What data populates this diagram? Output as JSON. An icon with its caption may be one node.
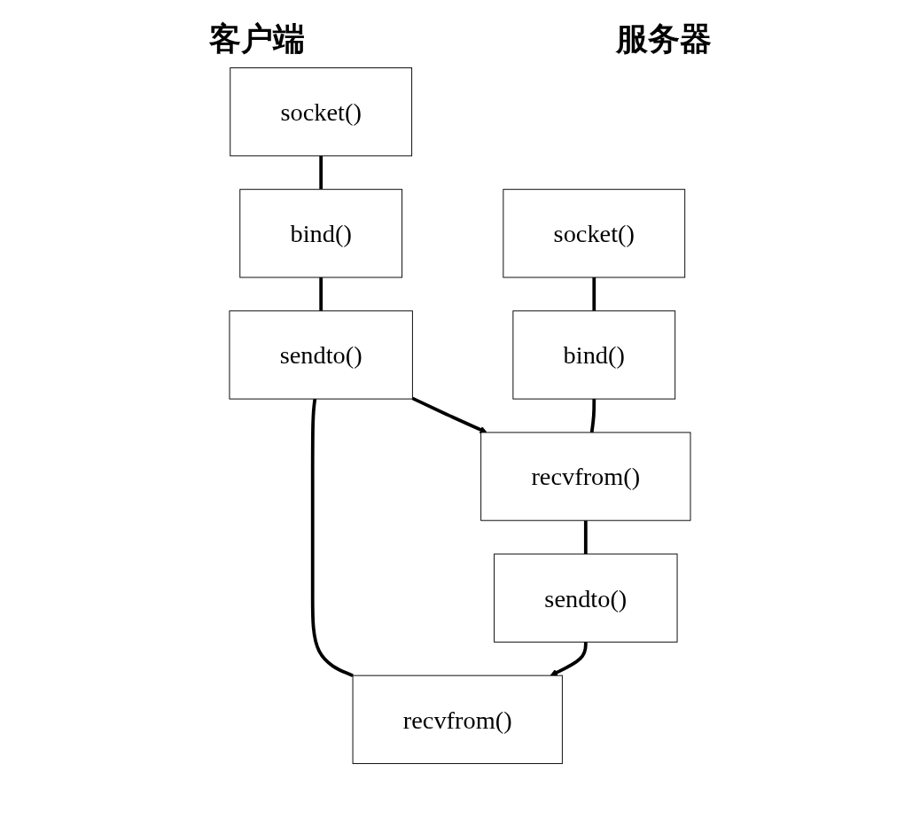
{
  "diagram": {
    "nodes": [
      {
        "text": [
          "socket()"
        ]
      },
      {
        "text": [
          "bind()"
        ]
      },
      {
        "text": [
          "sendto()"
        ]
      },
      {
        "text": [
          "recvfrom()"
        ]
      },
      {
        "text": [
          "socket()"
        ]
      },
      {
        "text": [
          "bind()"
        ]
      },
      {
        "text": [
          "recvfrom()"
        ]
      },
      {
        "text": [
          "sendto()"
        ]
      }
    ],
    "edges": [
      {
        "from": 0,
        "to": 1,
        "arrow": "none"
      },
      {
        "from": 1,
        "to": 2,
        "arrow": "none"
      },
      {
        "from": 2,
        "to": 3,
        "arrow": "none"
      },
      {
        "from": 4,
        "to": 5,
        "arrow": "none"
      },
      {
        "from": 5,
        "to": 6,
        "arrow": "none"
      },
      {
        "from": 6,
        "to": 7,
        "arrow": "none"
      },
      {
        "from": 2,
        "to": 6,
        "arrow": "to"
      },
      {
        "from": 7,
        "to": 3,
        "arrow": "to"
      }
    ],
    "labels": [
      "客户端",
      "服务器"
    ]
  }
}
